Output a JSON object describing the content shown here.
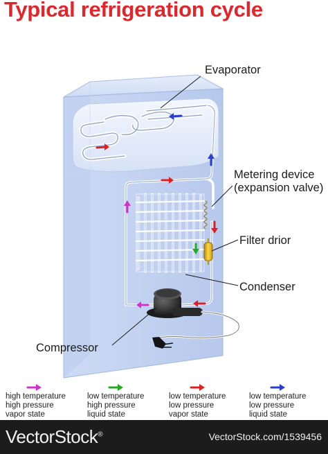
{
  "title": "Typical refrigeration cycle",
  "labels": {
    "evaporator": "Evaporator",
    "metering_line1": "Metering device",
    "metering_line2": "(expansion valve)",
    "filter_drior": "Filter drior",
    "condenser": "Condenser",
    "compressor": "Compressor"
  },
  "legend": [
    {
      "color": "#cc33cc",
      "lines": [
        "high temperature",
        "high pressure",
        "vapor state"
      ]
    },
    {
      "color": "#22aa22",
      "lines": [
        "low temperature",
        "high pressure",
        "liquid state"
      ]
    },
    {
      "color": "#e02020",
      "lines": [
        "low temperature",
        "low pressure",
        "vapor state"
      ]
    },
    {
      "color": "#2a3fd0",
      "lines": [
        "low temperature",
        "low pressure",
        "liquid state"
      ]
    }
  ],
  "footer": {
    "brand": "VectorStock",
    "registered": "®",
    "watermark": "VectorStock.com/1539456"
  }
}
